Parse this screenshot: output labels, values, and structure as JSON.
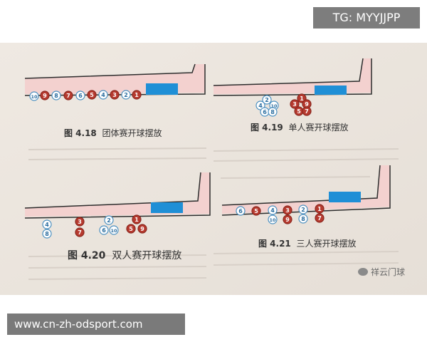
{
  "watermark_top": "TG: MYYJJPP",
  "watermark_bottom": "www.cn-zh-odsport.com",
  "watermark_logo": "祥云门球",
  "colors": {
    "red_ball": "#b63a2f",
    "white_ball": "#ffffff",
    "blue_ball_outline": "#4a8fc0",
    "gate_blue": "#1f8fd6",
    "court_pink": "#f3d1cf",
    "line": "#2d2d2d"
  },
  "figures": [
    {
      "number": "图 4.18",
      "title": "团体赛开球摆放",
      "balls": [
        "10",
        "9",
        "8",
        "7",
        "6",
        "5",
        "4",
        "3",
        "2",
        "1"
      ]
    },
    {
      "number": "图 4.19",
      "title": "单人赛开球摆放",
      "balls": [
        "2",
        "4",
        "10",
        "6",
        "8",
        "1",
        "3",
        "9",
        "5",
        "7"
      ]
    },
    {
      "number": "图 4.20",
      "title": "双人赛开球摆放",
      "balls": [
        "4",
        "8",
        "3",
        "7",
        "2",
        "6",
        "10",
        "1",
        "5",
        "9"
      ]
    },
    {
      "number": "图 4.21",
      "title": "三人赛开球摆放",
      "balls": [
        "6",
        "5",
        "4",
        "10",
        "3",
        "9",
        "2",
        "8",
        "1",
        "7"
      ]
    }
  ]
}
